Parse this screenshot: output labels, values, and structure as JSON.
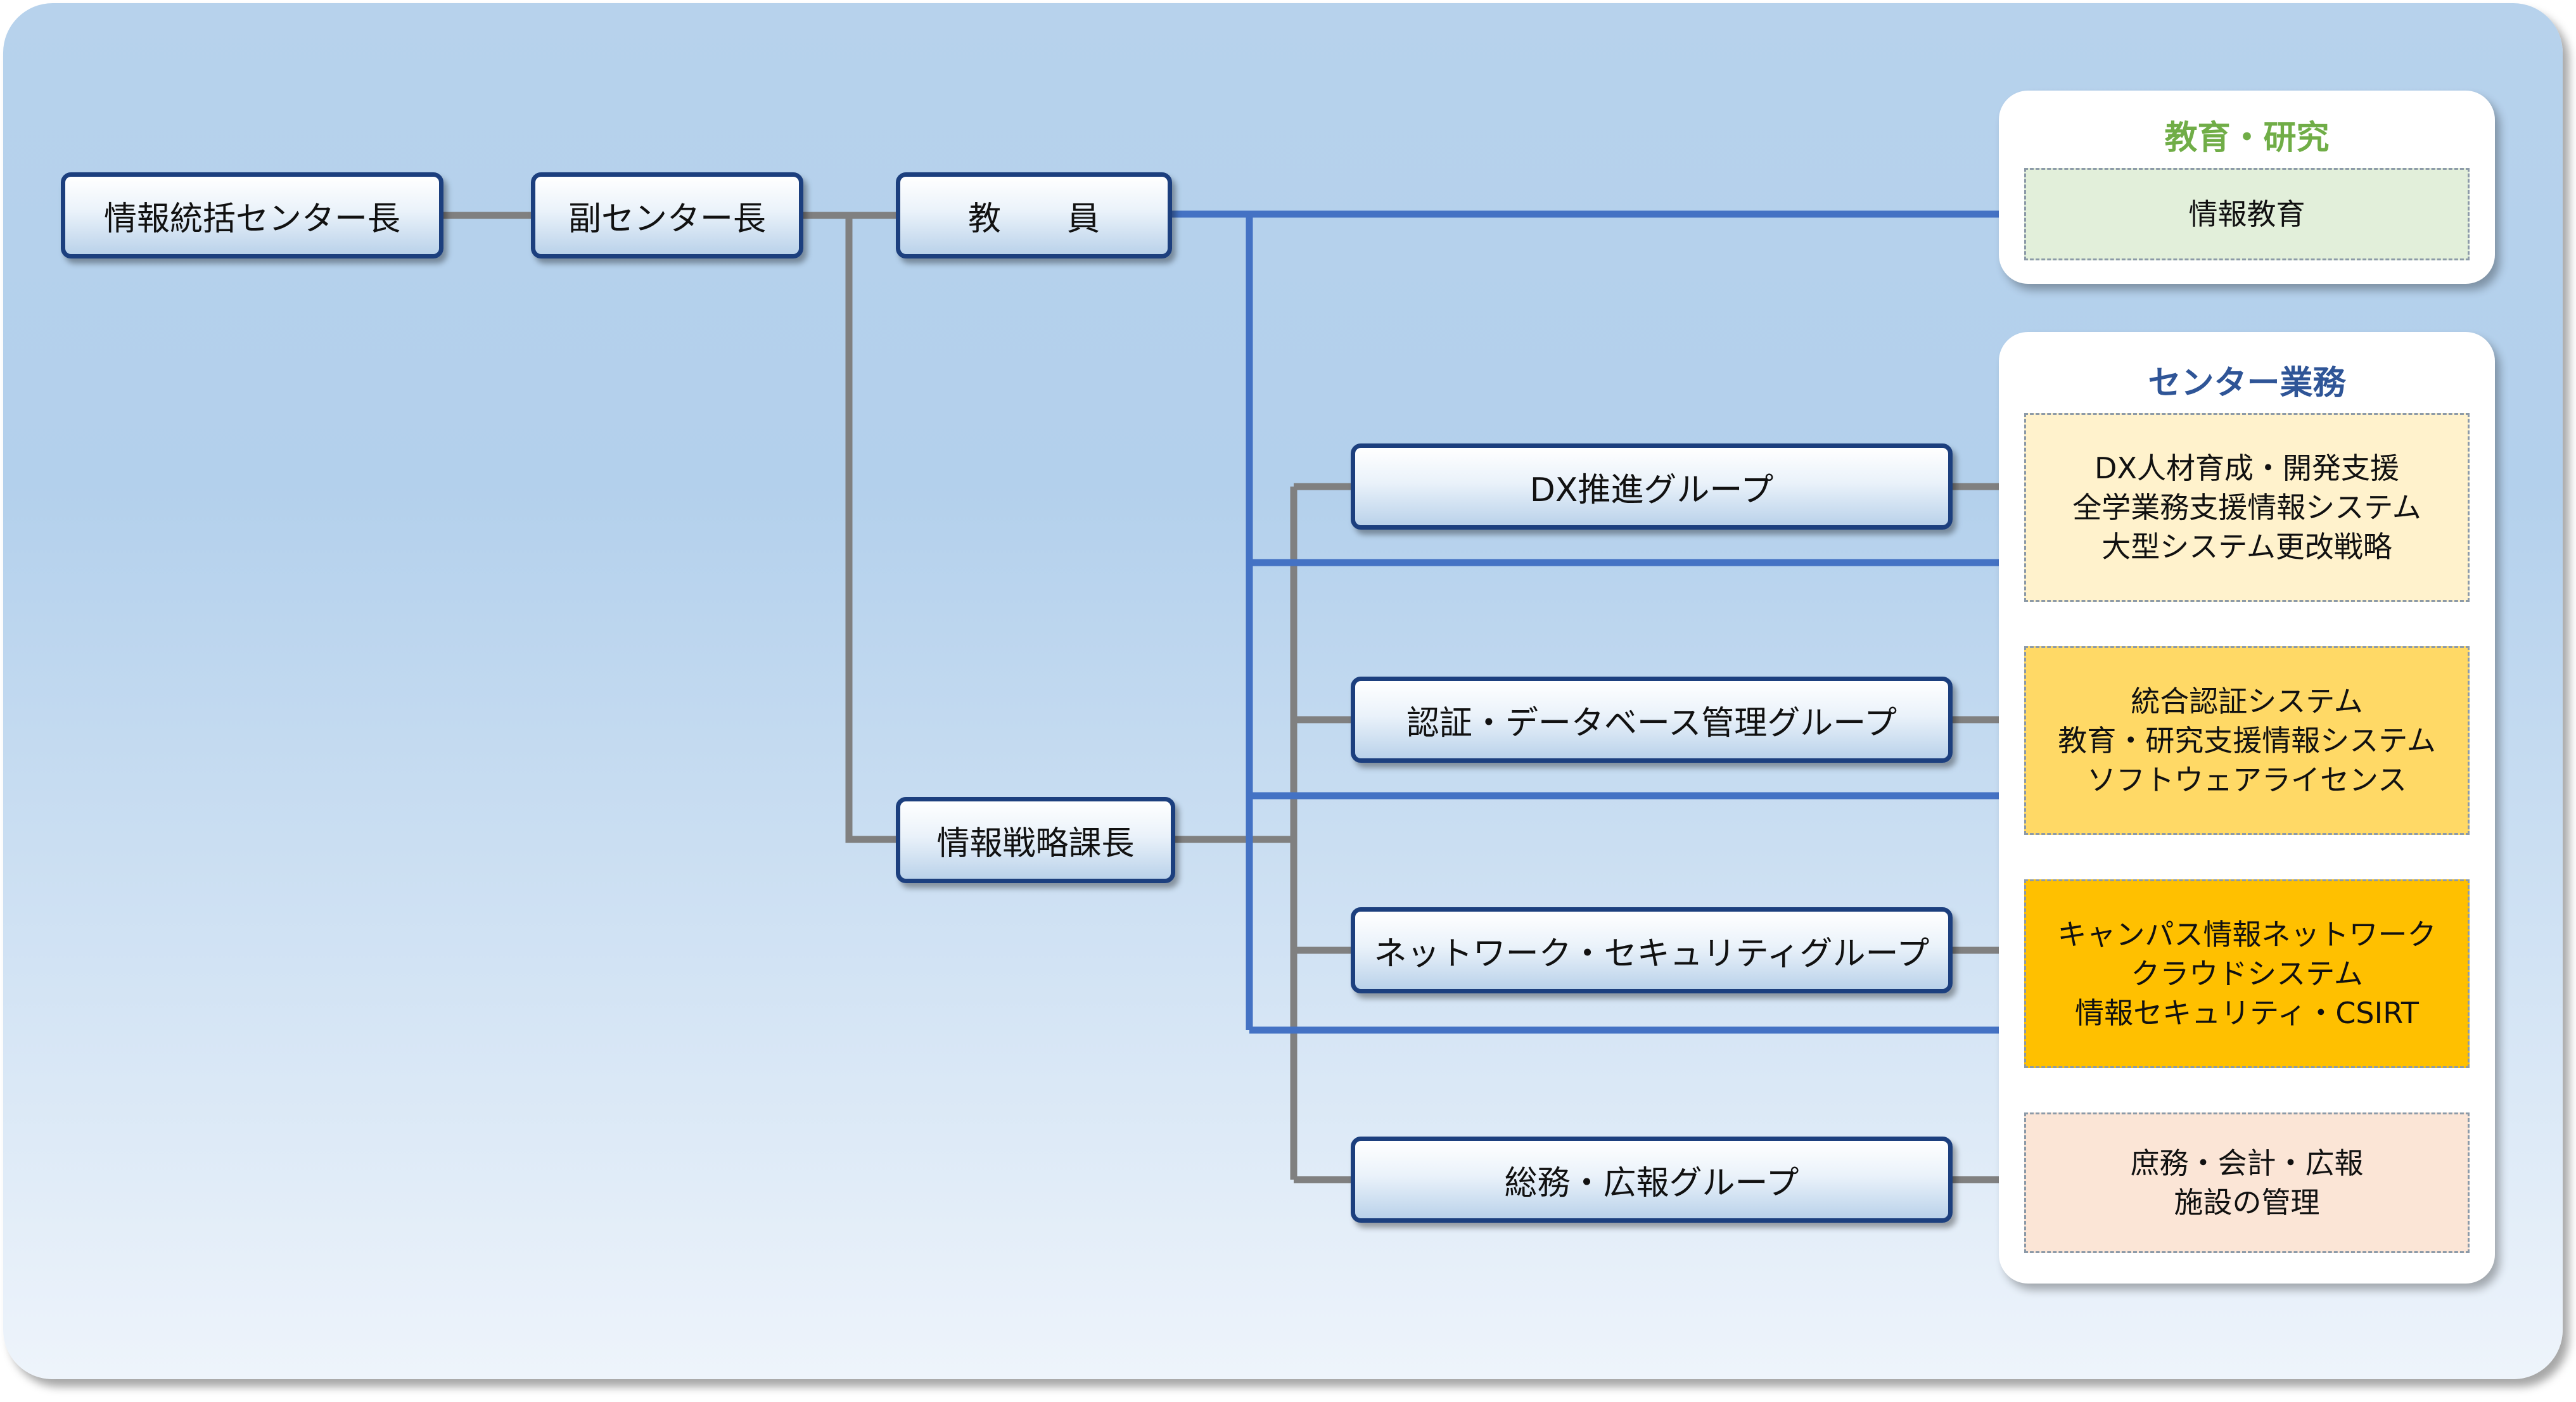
{
  "colors": {
    "gray_line": "#808080",
    "blue_line": "#4472c4",
    "node_border": "#1c3f7e",
    "title_education": "#70ad47",
    "title_center": "#2f5597",
    "fill_education": "#e2efda",
    "fill_dx": "#fff2cc",
    "fill_auth": "#ffd966",
    "fill_network": "#ffc000",
    "fill_general": "#fbe5d6"
  },
  "nodes": {
    "director": "情報統括センター長",
    "vice_director": "副センター長",
    "faculty": "教　　員",
    "strategy_manager": "情報戦略課長",
    "dx_group": "DX推進グループ",
    "auth_db_group": "認証・データベース管理グループ",
    "network_security_group": "ネットワーク・セキュリティグループ",
    "general_pr_group": "総務・広報グループ"
  },
  "panels": {
    "education": {
      "title": "教育・研究",
      "items": [
        "情報教育"
      ]
    },
    "center": {
      "title": "センター業務",
      "dx": [
        "DX人材育成・開発支援",
        "全学業務支援情報システム",
        "大型システム更改戦略"
      ],
      "auth": [
        "統合認証システム",
        "教育・研究支援情報システム",
        "ソフトウェアライセンス"
      ],
      "network": [
        "キャンパス情報ネットワーク",
        "クラウドシステム",
        "情報セキュリティ・CSIRT"
      ],
      "general": [
        "庶務・会計・広報",
        "施設の管理"
      ]
    }
  }
}
